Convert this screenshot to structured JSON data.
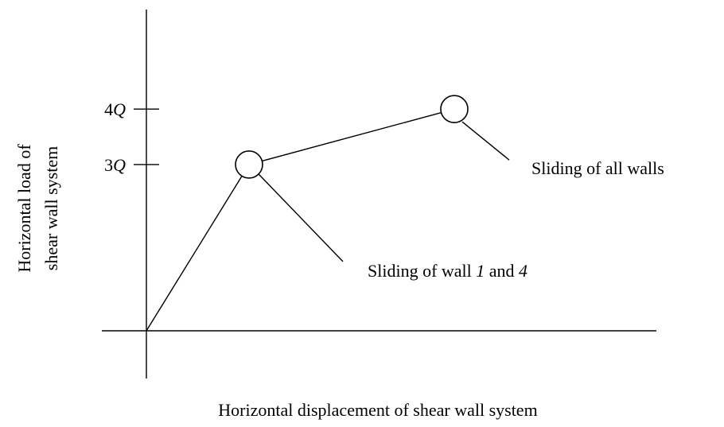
{
  "chart_data": {
    "type": "line",
    "title": "",
    "xlabel": "Horizontal displacement of shear wall system",
    "ylabel_line1": "Horizontal load of",
    "ylabel_line2": "shear wall system",
    "y_ticks": [
      {
        "value": 3,
        "label_num": "3",
        "label_var": "Q"
      },
      {
        "value": 4,
        "label_num": "4",
        "label_var": "Q"
      }
    ],
    "series": [
      {
        "points": [
          {
            "x": 0,
            "y": 0
          },
          {
            "x": 1,
            "y": 3
          },
          {
            "x": 3.0,
            "y": 4
          }
        ]
      }
    ],
    "annotations": [
      {
        "point_index": 1,
        "text_parts": [
          {
            "text": "Sliding of wall ",
            "italic": false
          },
          {
            "text": "1",
            "italic": true
          },
          {
            "text": " and ",
            "italic": false
          },
          {
            "text": "4",
            "italic": true
          }
        ]
      },
      {
        "point_index": 2,
        "text_parts": [
          {
            "text": "Sliding of all walls",
            "italic": false
          }
        ]
      }
    ],
    "grid": false,
    "legend": "none"
  }
}
